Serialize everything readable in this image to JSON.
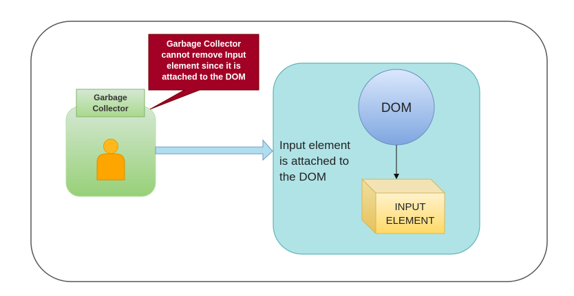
{
  "diagram": {
    "callout": {
      "lines": [
        "Garbage Collector",
        "cannot remove Input",
        "element since it is",
        "attached to the DOM"
      ],
      "fill": "#a20025",
      "text_color": "#ffffff"
    },
    "gc_box": {
      "label_lines": [
        "Garbage",
        "Collector"
      ],
      "fill_top": "#d5e8d4",
      "fill_bottom": "#97d077",
      "icon": "person-icon",
      "icon_color": "#ffa500"
    },
    "arrow": {
      "icon": "right-arrow",
      "fill": "#b1ddf0"
    },
    "dom_container": {
      "fill": "#b0e3e6",
      "stroke": "#0e8088",
      "caption_lines": [
        "Input element",
        "is attached to",
        "the DOM"
      ]
    },
    "dom_node": {
      "label": "DOM",
      "fill_top": "#dae8fc",
      "fill_bottom": "#7ea6e0"
    },
    "input_element": {
      "label_lines": [
        "INPUT",
        "ELEMENT"
      ],
      "fill_top": "#fff2cc",
      "fill_bottom": "#ffd966"
    }
  }
}
